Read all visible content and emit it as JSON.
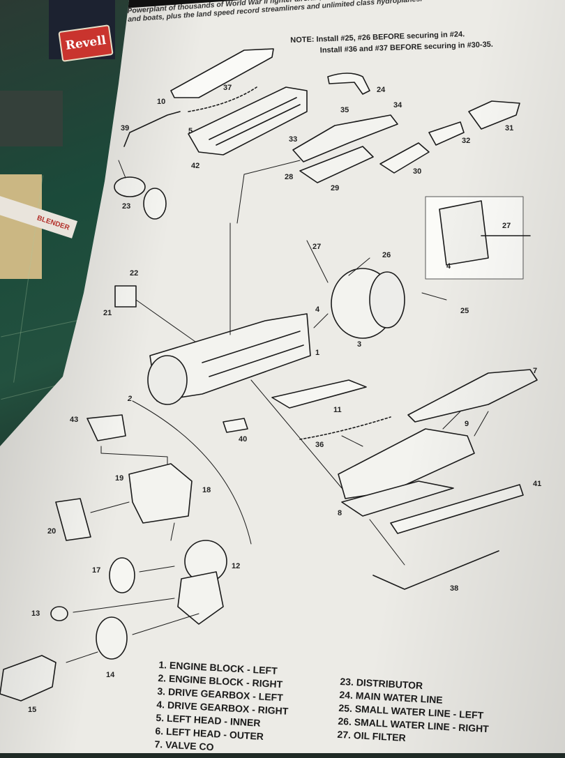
{
  "background": {
    "box_brand": "Revell",
    "pencil_text": "BLENDER"
  },
  "sheet": {
    "intro_text": "Powerplant of thousands of World War II fighter aircraft, this engine gained additional fame in drag racing cars and boats, plus the land speed record streamliners and unlimited class hydroplanes.",
    "note_line1": "NOTE: Install #25, #26 BEFORE securing in #24.",
    "note_line2": "Install #36 and #37 BEFORE securing in #30-35."
  },
  "callouts": [
    "1",
    "2",
    "3",
    "4",
    "4",
    "5",
    "7",
    "8",
    "9",
    "10",
    "11",
    "12",
    "13",
    "14",
    "15",
    "17",
    "18",
    "19",
    "20",
    "21",
    "22",
    "23",
    "24",
    "25",
    "26",
    "27",
    "27",
    "28",
    "29",
    "30",
    "31",
    "32",
    "33",
    "34",
    "35",
    "36",
    "37",
    "38",
    "39",
    "40",
    "41",
    "42",
    "43"
  ],
  "legend_left": [
    "1. ENGINE BLOCK - LEFT",
    "2. ENGINE BLOCK - RIGHT",
    "3. DRIVE GEARBOX - LEFT",
    "4. DRIVE GEARBOX - RIGHT",
    "5. LEFT HEAD - INNER",
    "6. LEFT HEAD - OUTER",
    "7. VALVE CO"
  ],
  "legend_right": [
    "23. DISTRIBUTOR",
    "24. MAIN WATER LINE",
    "25. SMALL WATER LINE - LEFT",
    "26. SMALL WATER LINE - RIGHT",
    "27. OIL FILTER"
  ],
  "colors": {
    "paper": "#ecebe6",
    "ink": "#1a1a1a",
    "mat": "#1b4a3a"
  }
}
